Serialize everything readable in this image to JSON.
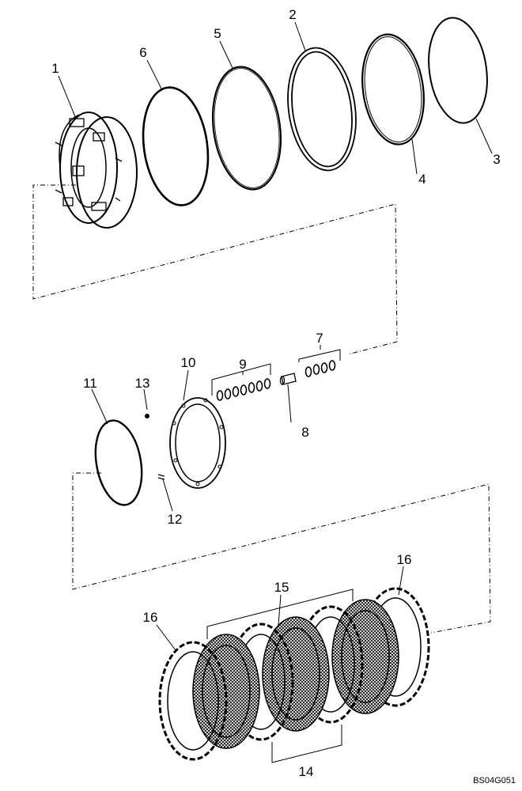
{
  "drawing_code": "BS04G051",
  "callouts": [
    {
      "id": "1",
      "label": "1"
    },
    {
      "id": "2",
      "label": "2"
    },
    {
      "id": "3",
      "label": "3"
    },
    {
      "id": "4",
      "label": "4"
    },
    {
      "id": "5",
      "label": "5"
    },
    {
      "id": "6",
      "label": "6"
    },
    {
      "id": "7",
      "label": "7"
    },
    {
      "id": "8",
      "label": "8"
    },
    {
      "id": "9",
      "label": "9"
    },
    {
      "id": "10",
      "label": "10"
    },
    {
      "id": "11",
      "label": "11"
    },
    {
      "id": "12",
      "label": "12"
    },
    {
      "id": "13",
      "label": "13"
    },
    {
      "id": "14",
      "label": "14"
    },
    {
      "id": "15",
      "label": "15"
    },
    {
      "id": "16a",
      "label": "16"
    },
    {
      "id": "16b",
      "label": "16"
    }
  ]
}
